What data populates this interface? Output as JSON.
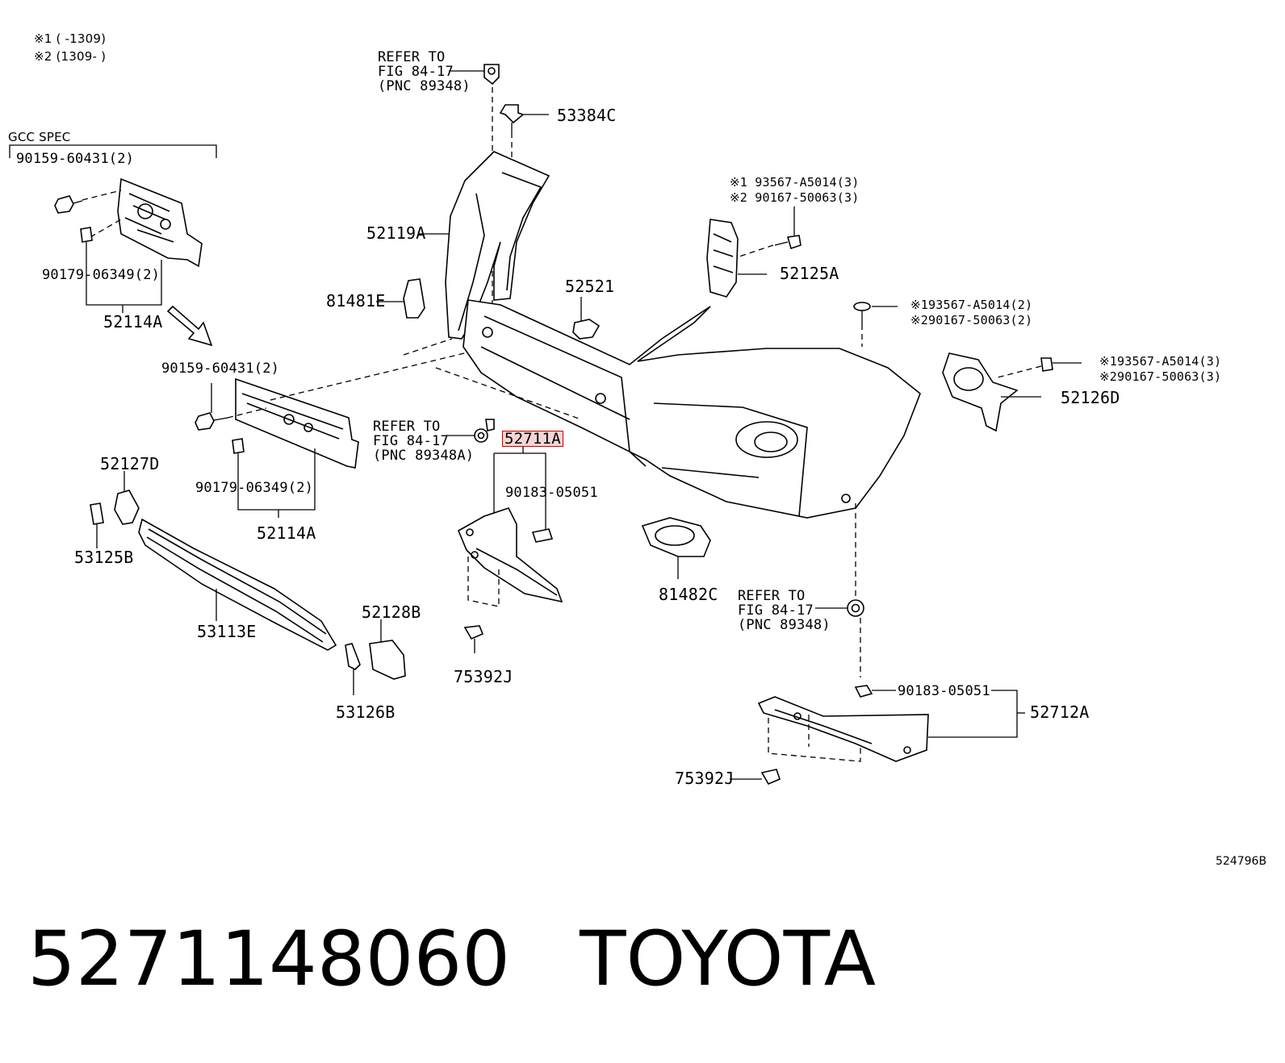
{
  "notes": {
    "note1": "※1 (      -1309)",
    "note2": "※2 (1309-      )"
  },
  "gcc_spec": "GCC SPEC",
  "labels": {
    "refer_top_1": "REFER TO",
    "refer_top_2": "FIG 84-17",
    "refer_top_3": "(PNC 89348)",
    "p53384C": "53384C",
    "p90159_top": "90159-60431(2)",
    "p90179_top": "90179-06349(2)",
    "p52114A_top": "52114A",
    "p52119A": "52119A",
    "p81481E": "81481E",
    "p52521": "52521",
    "n1_93567_3": "※1 93567-A5014(3)",
    "n2_90167_3": "※2 90167-50063(3)",
    "p52125A": "52125A",
    "n1_93567_2": "※193567-A5014(2)",
    "n2_90167_2": "※290167-50063(2)",
    "n1_93567_3b": "※193567-A5014(3)",
    "n2_90167_3b": "※290167-50063(3)",
    "p52126D": "52126D",
    "p90159_mid": "90159-60431(2)",
    "refer_mid_1": "REFER TO",
    "refer_mid_2": "FIG 84-17",
    "refer_mid_3": "(PNC 89348A)",
    "p52711A": "52711A",
    "p90183_left": "90183-05051",
    "p90179_mid": "90179-06349(2)",
    "p52114A_mid": "52114A",
    "p52127D": "52127D",
    "p53125B": "53125B",
    "p53113E": "53113E",
    "p52128B": "52128B",
    "p53126B": "53126B",
    "p75392J_left": "75392J",
    "p81482C": "81482C",
    "refer_bot_1": "REFER TO",
    "refer_bot_2": "FIG 84-17",
    "refer_bot_3": "(PNC 89348)",
    "p90183_right": "90183-05051",
    "p52712A": "52712A",
    "p75392J_right": "75392J"
  },
  "image_id": "524796B",
  "footer": {
    "part_number": "5271148060",
    "brand": "TOYOTA"
  }
}
